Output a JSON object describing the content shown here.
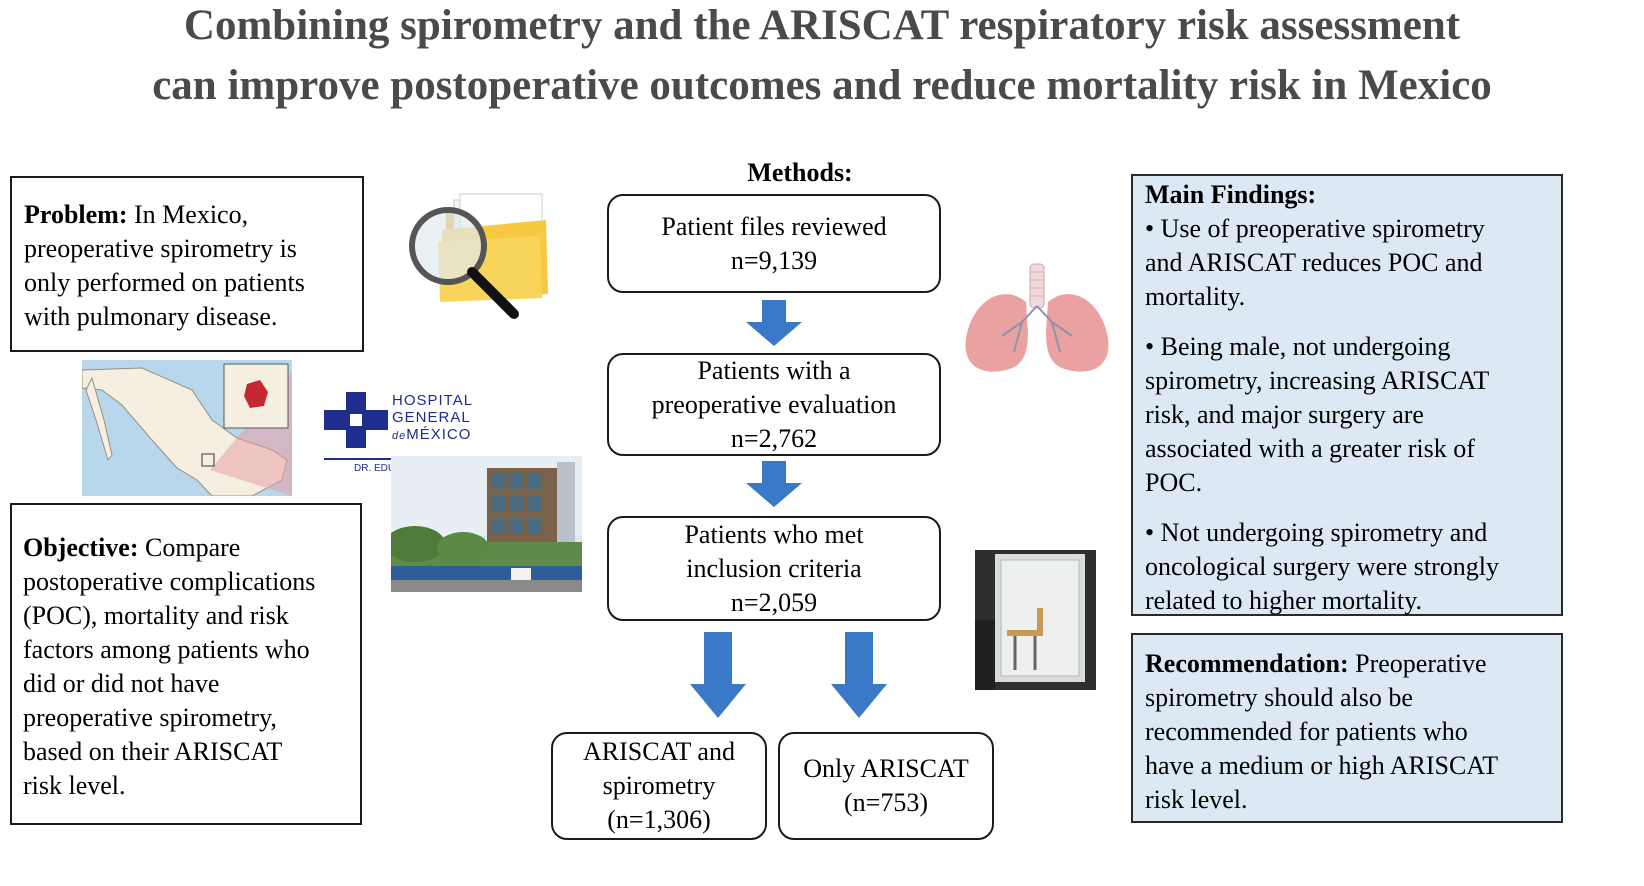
{
  "title": {
    "line1": "Combining spirometry and the ARISCAT respiratory risk assessment",
    "line2": "can improve postoperative outcomes and reduce mortality risk in Mexico"
  },
  "problem": {
    "heading": "Problem:",
    "lines": [
      " In Mexico,",
      "preoperative spirometry is",
      "only performed on patients",
      "with pulmonary disease."
    ]
  },
  "objective": {
    "heading": "Objective:",
    "lines": [
      " Compare",
      "postoperative complications",
      "(POC), mortality and risk",
      "factors among patients who",
      "did or did not have",
      "preoperative spirometry,",
      "based on their ARISCAT",
      "risk level."
    ]
  },
  "hospital": {
    "name1": "HOSPITAL",
    "name2": "GENERAL",
    "name3a": "de",
    "name3b": "MÉXICO",
    "director": "DR. EDUARDO LICEAGA"
  },
  "methods": {
    "label": "Methods:",
    "step1": [
      "Patient files reviewed",
      "n=9,139"
    ],
    "step2": [
      "Patients with a",
      "preoperative evaluation",
      "n=2,762"
    ],
    "step3": [
      "Patients who met",
      "inclusion criteria",
      "n=2,059"
    ],
    "left": [
      "ARISCAT and",
      "spirometry",
      "(n=1,306)"
    ],
    "right": [
      "Only ARISCAT",
      "(n=753)"
    ]
  },
  "findings": {
    "heading": "Main Findings:",
    "b1": [
      "•  Use of preoperative spirometry",
      "and ARISCAT reduces POC and",
      "mortality."
    ],
    "b2": [
      "•  Being male, not undergoing",
      "spirometry, increasing ARISCAT",
      "risk, and major surgery are",
      "associated with a greater risk of",
      "POC."
    ],
    "b3": [
      "•  Not undergoing spirometry and",
      "oncological surgery were strongly",
      "related to higher mortality."
    ]
  },
  "recommendation": {
    "heading": "Recommendation:",
    "lines": [
      " Preoperative",
      "spirometry should also be",
      "recommended for patients who",
      "have a medium or high ARISCAT",
      "risk level."
    ]
  },
  "colors": {
    "arrow": "#3a78c8",
    "findings_bg": "#dce8f4",
    "title": "#4a4a4a",
    "hospital_blue": "#1f2d8f"
  }
}
